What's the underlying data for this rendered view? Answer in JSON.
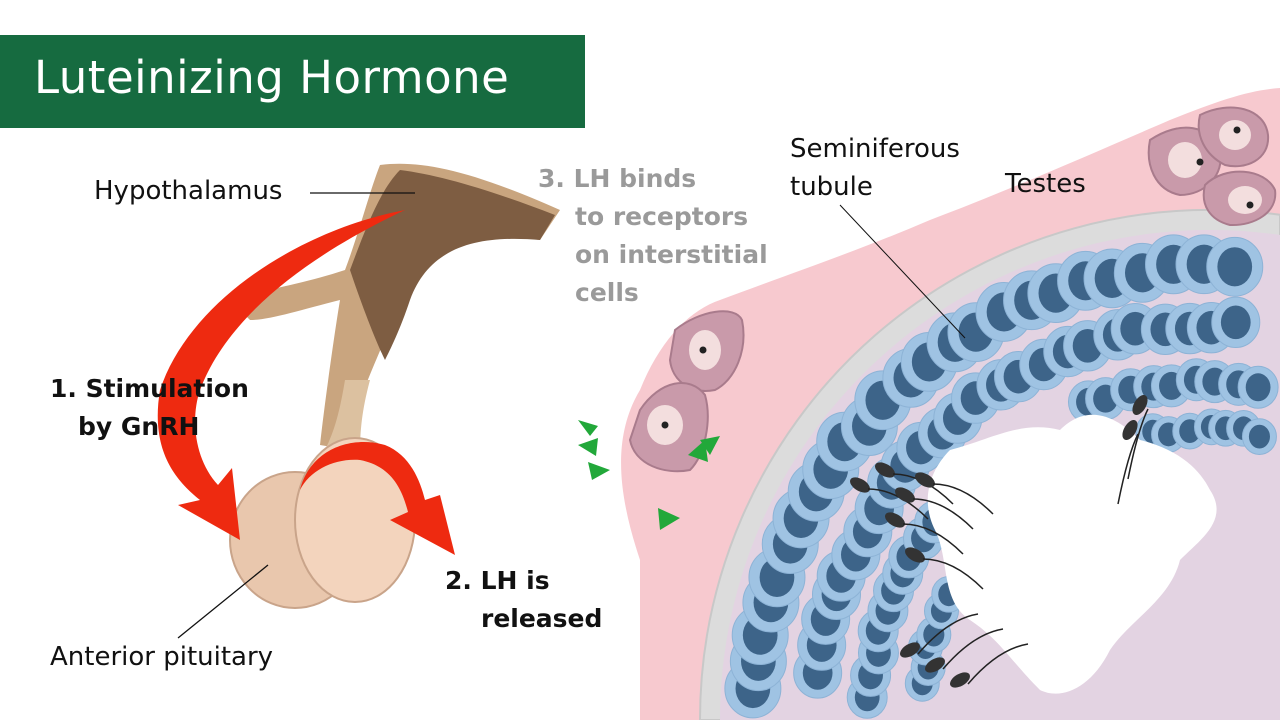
{
  "title": "Luteinizing Hormone",
  "labels": {
    "hypothalamus": "Hypothalamus",
    "anterior_pituitary": "Anterior pituitary",
    "seminiferous_tubule": [
      "Seminiferous",
      "tubule"
    ],
    "testes": "Testes"
  },
  "steps": {
    "step1": [
      "1. Stimulation",
      "by GnRH"
    ],
    "step2": [
      "2. LH is",
      "released"
    ],
    "step3": [
      "3. LH binds",
      "to receptors",
      "on interstitial",
      "cells"
    ]
  },
  "colors": {
    "title_bg": "#166b40",
    "arrow": "#ee2a10",
    "lh_marker": "#22a83a",
    "tissue_pink": "#f7c9cf",
    "tubule_lilac": "#e3d3e2",
    "cell_blue": "#9fc3e3",
    "nucleus_blue": "#3d6489",
    "step3_text": "#9a9a9a"
  }
}
